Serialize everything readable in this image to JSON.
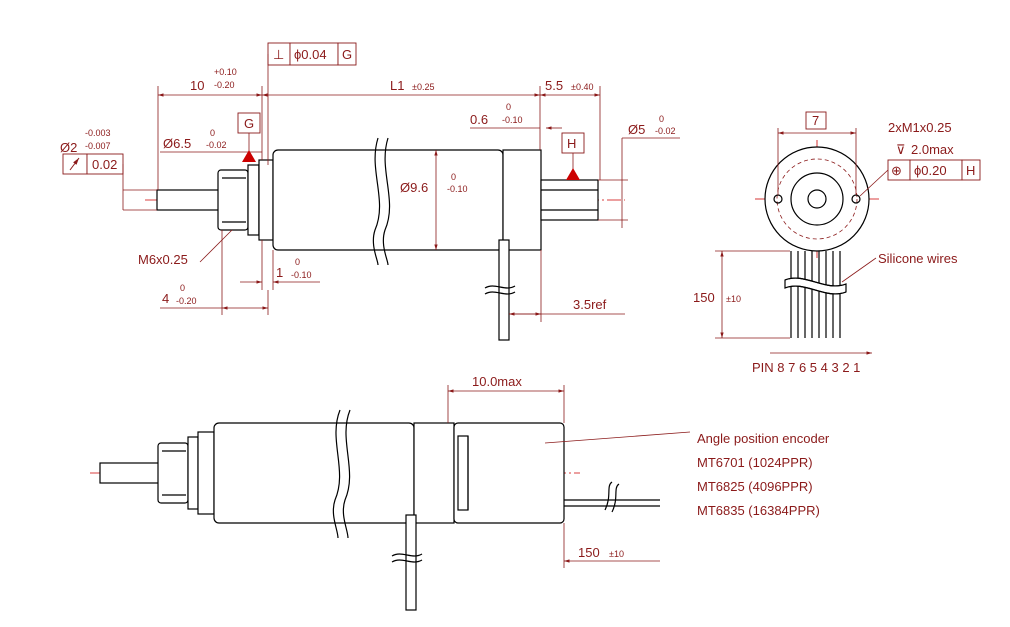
{
  "dims": {
    "dim_10": "10",
    "dim_10_tol_up": "+0.10",
    "dim_10_tol_dn": "-0.20",
    "perp_sym": "⊥",
    "perp_val": "ϕ0.04",
    "perp_ref": "G",
    "l1": "L1",
    "l1_tol": "±0.25",
    "dim_5_5": "5.5",
    "dim_5_5_tol": "±0.40",
    "phi2": "Ø2",
    "phi2_tol_up": "-0.003",
    "phi2_tol_dn": "-0.007",
    "runout_val": "0.02",
    "phi6_5": "Ø6.5",
    "phi6_5_tol_up": "0",
    "phi6_5_tol_dn": "-0.02",
    "datum_g": "G",
    "dim_0_6": "0.6",
    "dim_0_6_tol_up": "0",
    "dim_0_6_tol_dn": "-0.10",
    "datum_h": "H",
    "phi5": "Ø5",
    "phi5_tol_up": "0",
    "phi5_tol_dn": "-0.02",
    "phi9_6": "Ø9.6",
    "phi9_6_tol_up": "0",
    "phi9_6_tol_dn": "-0.10",
    "m6": "M6x0.25",
    "dim_1": "1",
    "dim_1_tol_up": "0",
    "dim_1_tol_dn": "-0.10",
    "dim_4": "4",
    "dim_4_tol_up": "0",
    "dim_4_tol_dn": "-0.20",
    "dim_3_5": "3.5ref",
    "box7": "7",
    "holes": "2xM1x0.25",
    "depth": "2.0max",
    "pos_val": "ϕ0.20",
    "pos_ref": "H",
    "silicone": "Silicone wires",
    "dim_150": "150",
    "dim_150_tol": "±10",
    "pin": "PIN 8 7 6 5 4 3 2 1",
    "dim_10max": "10.0max",
    "enc_title": "Angle position encoder",
    "enc_1": "MT6701 (1024PPR)",
    "enc_2": "MT6825 (4096PPR)",
    "enc_3": "MT6835 (16384PPR)",
    "dim_150b": "150",
    "dim_150b_tol": "±10"
  }
}
